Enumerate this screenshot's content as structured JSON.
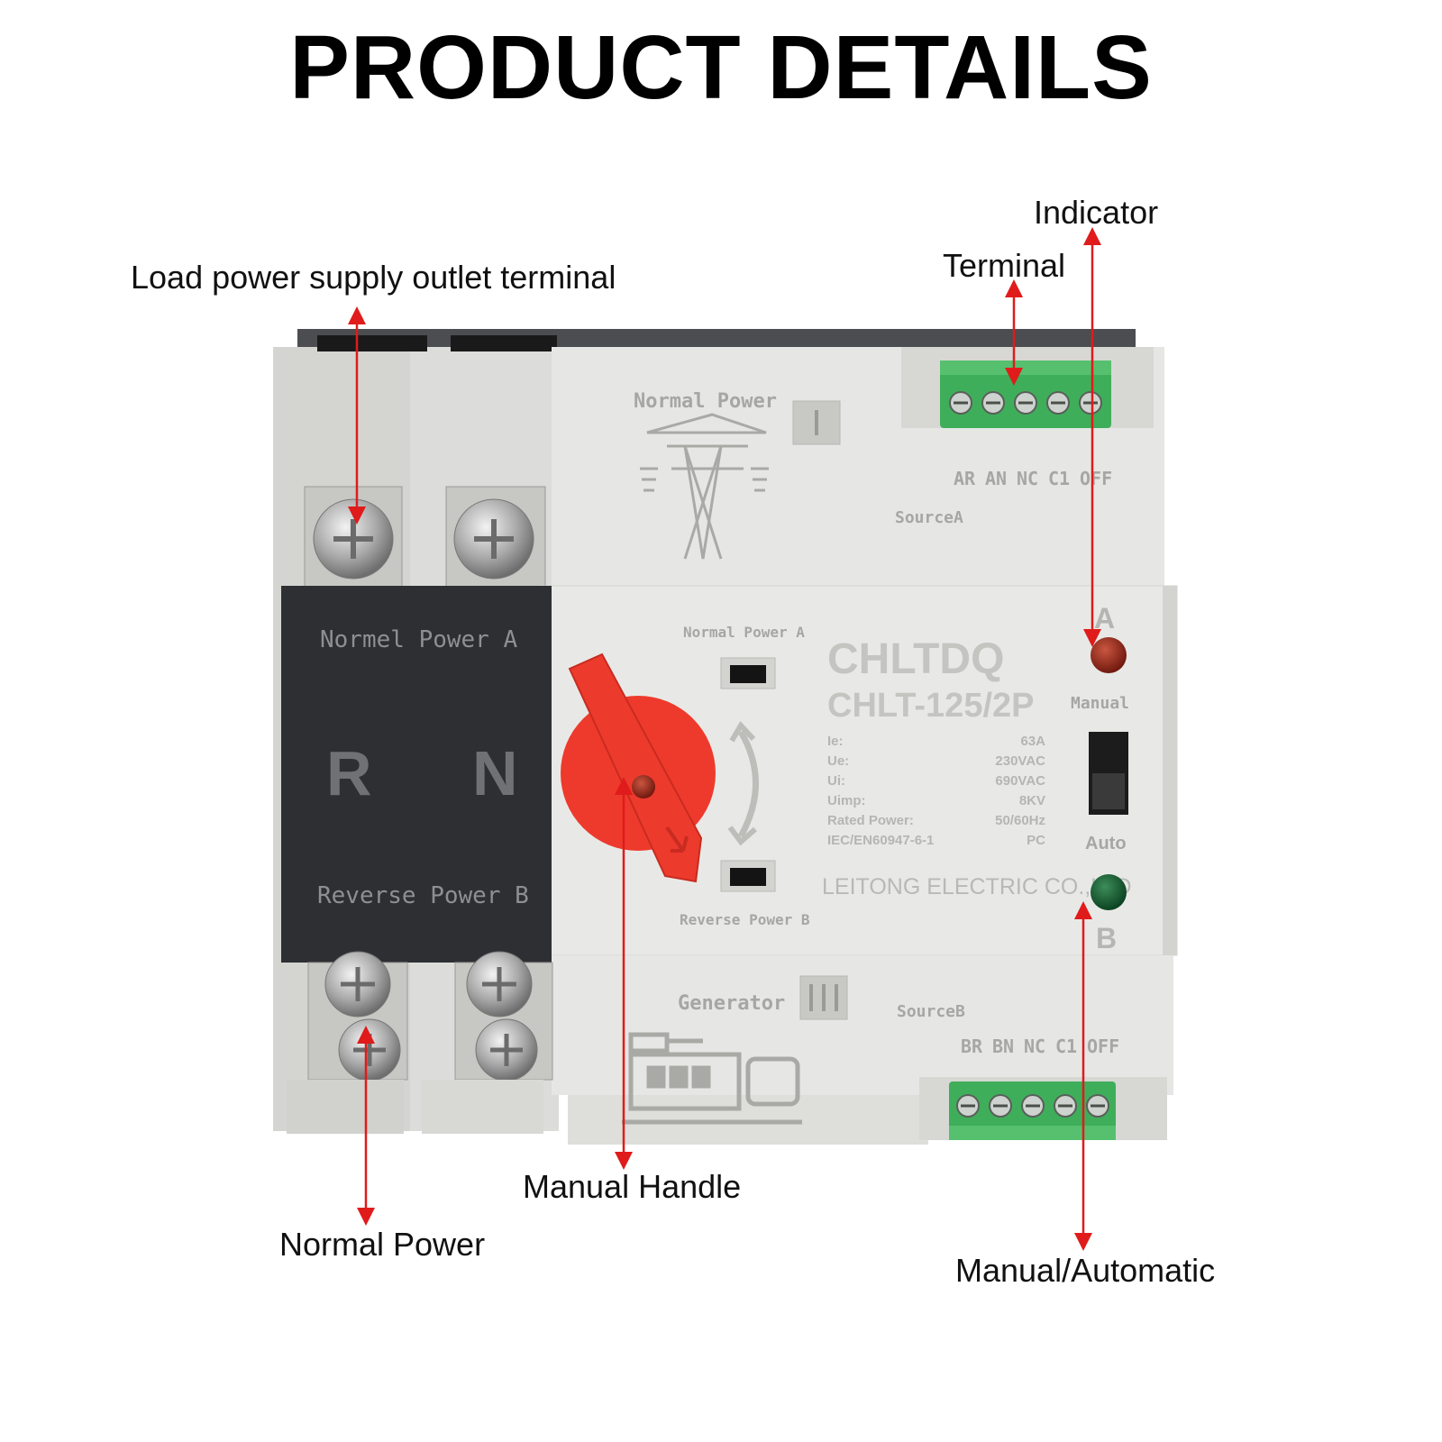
{
  "title": "PRODUCT DETAILS",
  "callouts": {
    "load_terminal": "Load power supply outlet terminal",
    "indicator": "Indicator",
    "terminal": "Terminal",
    "manual_handle": "Manual Handle",
    "normal_power": "Normal Power",
    "manual_automatic": "Manual/Automatic"
  },
  "device": {
    "top_module": {
      "label": "Normal Power",
      "source": "SourceA",
      "terminal_labels": [
        "AR",
        "AN",
        "NC",
        "C1",
        "OFF"
      ]
    },
    "bottom_module": {
      "label": "Generator",
      "source": "SourceB",
      "terminal_labels": [
        "BR",
        "BN",
        "NC",
        "C1",
        "OFF"
      ]
    },
    "black_panel": {
      "top_text": "Normel Power A",
      "pole_r": "R",
      "pole_n": "N",
      "bottom_text": "Reverse Power B"
    },
    "window_top_label": "Normal Power A",
    "window_bottom_label": "Reverse Power B",
    "brand": "CHLTDQ",
    "model": "CHLT-125/2P",
    "specs": [
      {
        "key": "Ie:",
        "value": "63A"
      },
      {
        "key": "Ue:",
        "value": "230VAC"
      },
      {
        "key": "Ui:",
        "value": "690VAC"
      },
      {
        "key": "Uimp:",
        "value": "8KV"
      },
      {
        "key": "Rated Power:",
        "value": "50/60Hz"
      },
      {
        "key": "IEC/EN60947-6-1",
        "value": "PC"
      }
    ],
    "company": "LEITONG ELECTRIC CO.,LTD",
    "indicator_a": "A",
    "indicator_b": "B",
    "mode_manual": "Manual",
    "mode_auto": "Auto",
    "colors": {
      "body": "#e3e4e1",
      "body_shade": "#cfd0cc",
      "black_panel": "#2d2f33",
      "handle_red": "#ee3a2c",
      "terminal_green": "#3fae5a",
      "arrow_red": "#e01b1b",
      "led_red": "#8a1f12",
      "led_green": "#0f5a2c"
    }
  }
}
